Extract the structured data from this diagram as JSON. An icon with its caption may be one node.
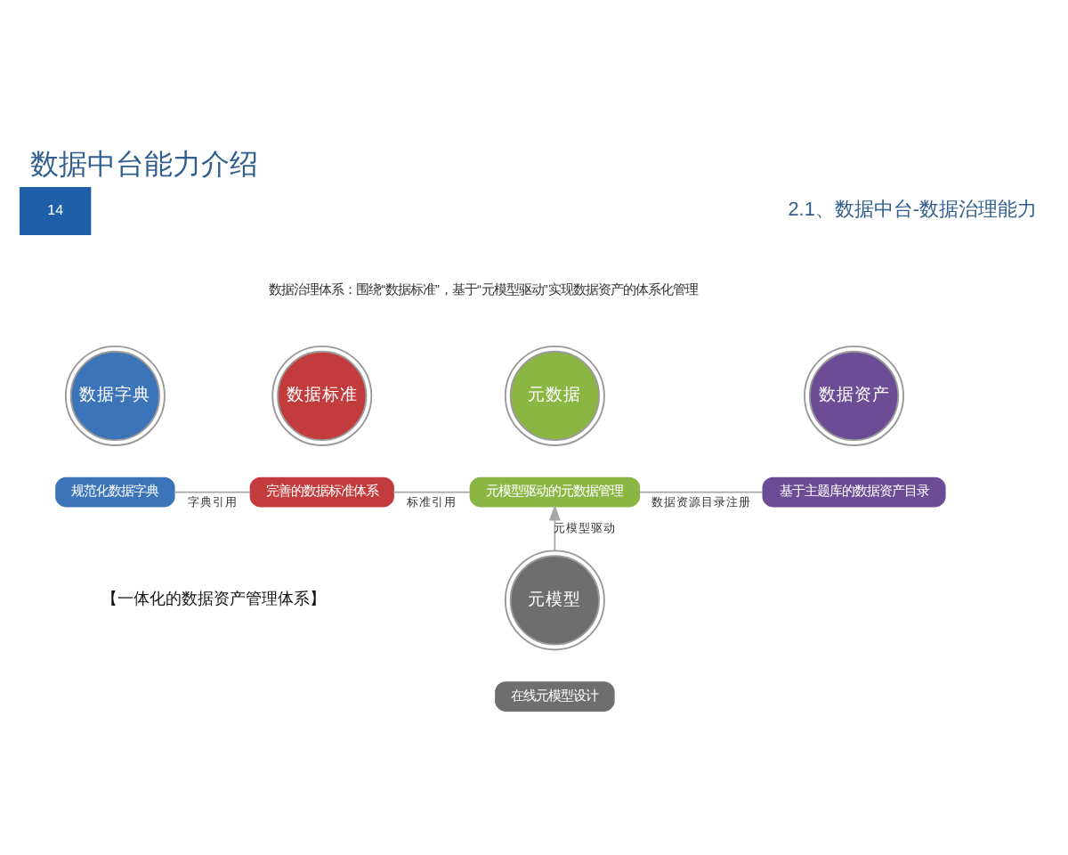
{
  "diagram": {
    "title": "数据中台能力介绍",
    "nodes": [
      {
        "text": [
          "数据字典"
        ]
      },
      {
        "text": [
          "数据标准"
        ]
      },
      {
        "text": [
          "元数据"
        ]
      },
      {
        "text": [
          "数据资产"
        ]
      },
      {
        "text": [
          "规范化数据字典"
        ]
      },
      {
        "text": [
          "完善的数据标准体系"
        ]
      },
      {
        "text": [
          "元模型驱动的元数据管理"
        ]
      },
      {
        "text": [
          "基于主题库的数据资产目录"
        ]
      },
      {
        "text": [
          "元模型"
        ]
      },
      {
        "text": [
          "在线元模型设计"
        ]
      }
    ],
    "edges": [
      {
        "from": 4,
        "to": 5,
        "label": "字典引用",
        "arrow": "none"
      },
      {
        "from": 5,
        "to": 6,
        "label": "标准引用",
        "arrow": "none"
      },
      {
        "from": 6,
        "to": 7,
        "label": "数据资源目录注册",
        "arrow": "none"
      },
      {
        "from": 8,
        "to": 6,
        "label": "元模型驱动",
        "arrow": "to"
      }
    ],
    "labels": [
      "14",
      "2.1、数据中台-数据治理能力",
      "数据治理体系：围绕“数据标准”，基于“元模型驱动”实现数据资产的体系化管理",
      "【一体化的数据资产管理体系】"
    ]
  }
}
